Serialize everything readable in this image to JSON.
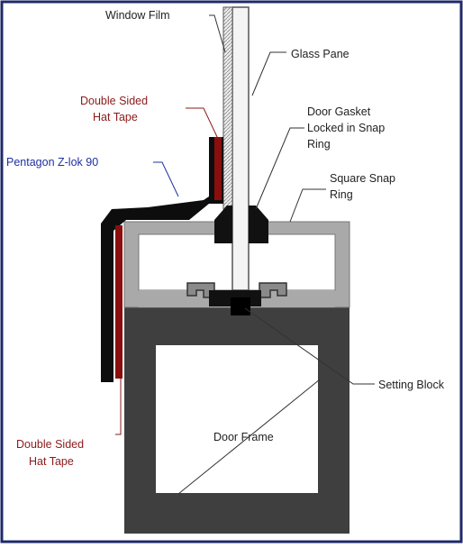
{
  "labels": {
    "window_film": "Window Film",
    "glass_pane": "Glass Pane",
    "hat_tape_top_1": "Double Sided",
    "hat_tape_top_2": "Hat Tape",
    "door_gasket_1": "Door Gasket",
    "door_gasket_2": "Locked in Snap",
    "door_gasket_3": "Ring",
    "zlok": "Pentagon Z-lok 90",
    "snap_ring_1": "Square Snap",
    "snap_ring_2": "Ring",
    "setting_block": "Setting Block",
    "door_frame": "Door Frame",
    "hat_tape_bottom_1": "Double Sided",
    "hat_tape_bottom_2": "Hat Tape"
  },
  "colors": {
    "border": "#1e2a6b",
    "frame": "#3f3f3f",
    "snap_ring": "#a9a9a9",
    "tape": "#8b0e0e",
    "zlok_label": "#1f2fa0",
    "tape_label": "#8b1a1a",
    "label": "#222222"
  }
}
